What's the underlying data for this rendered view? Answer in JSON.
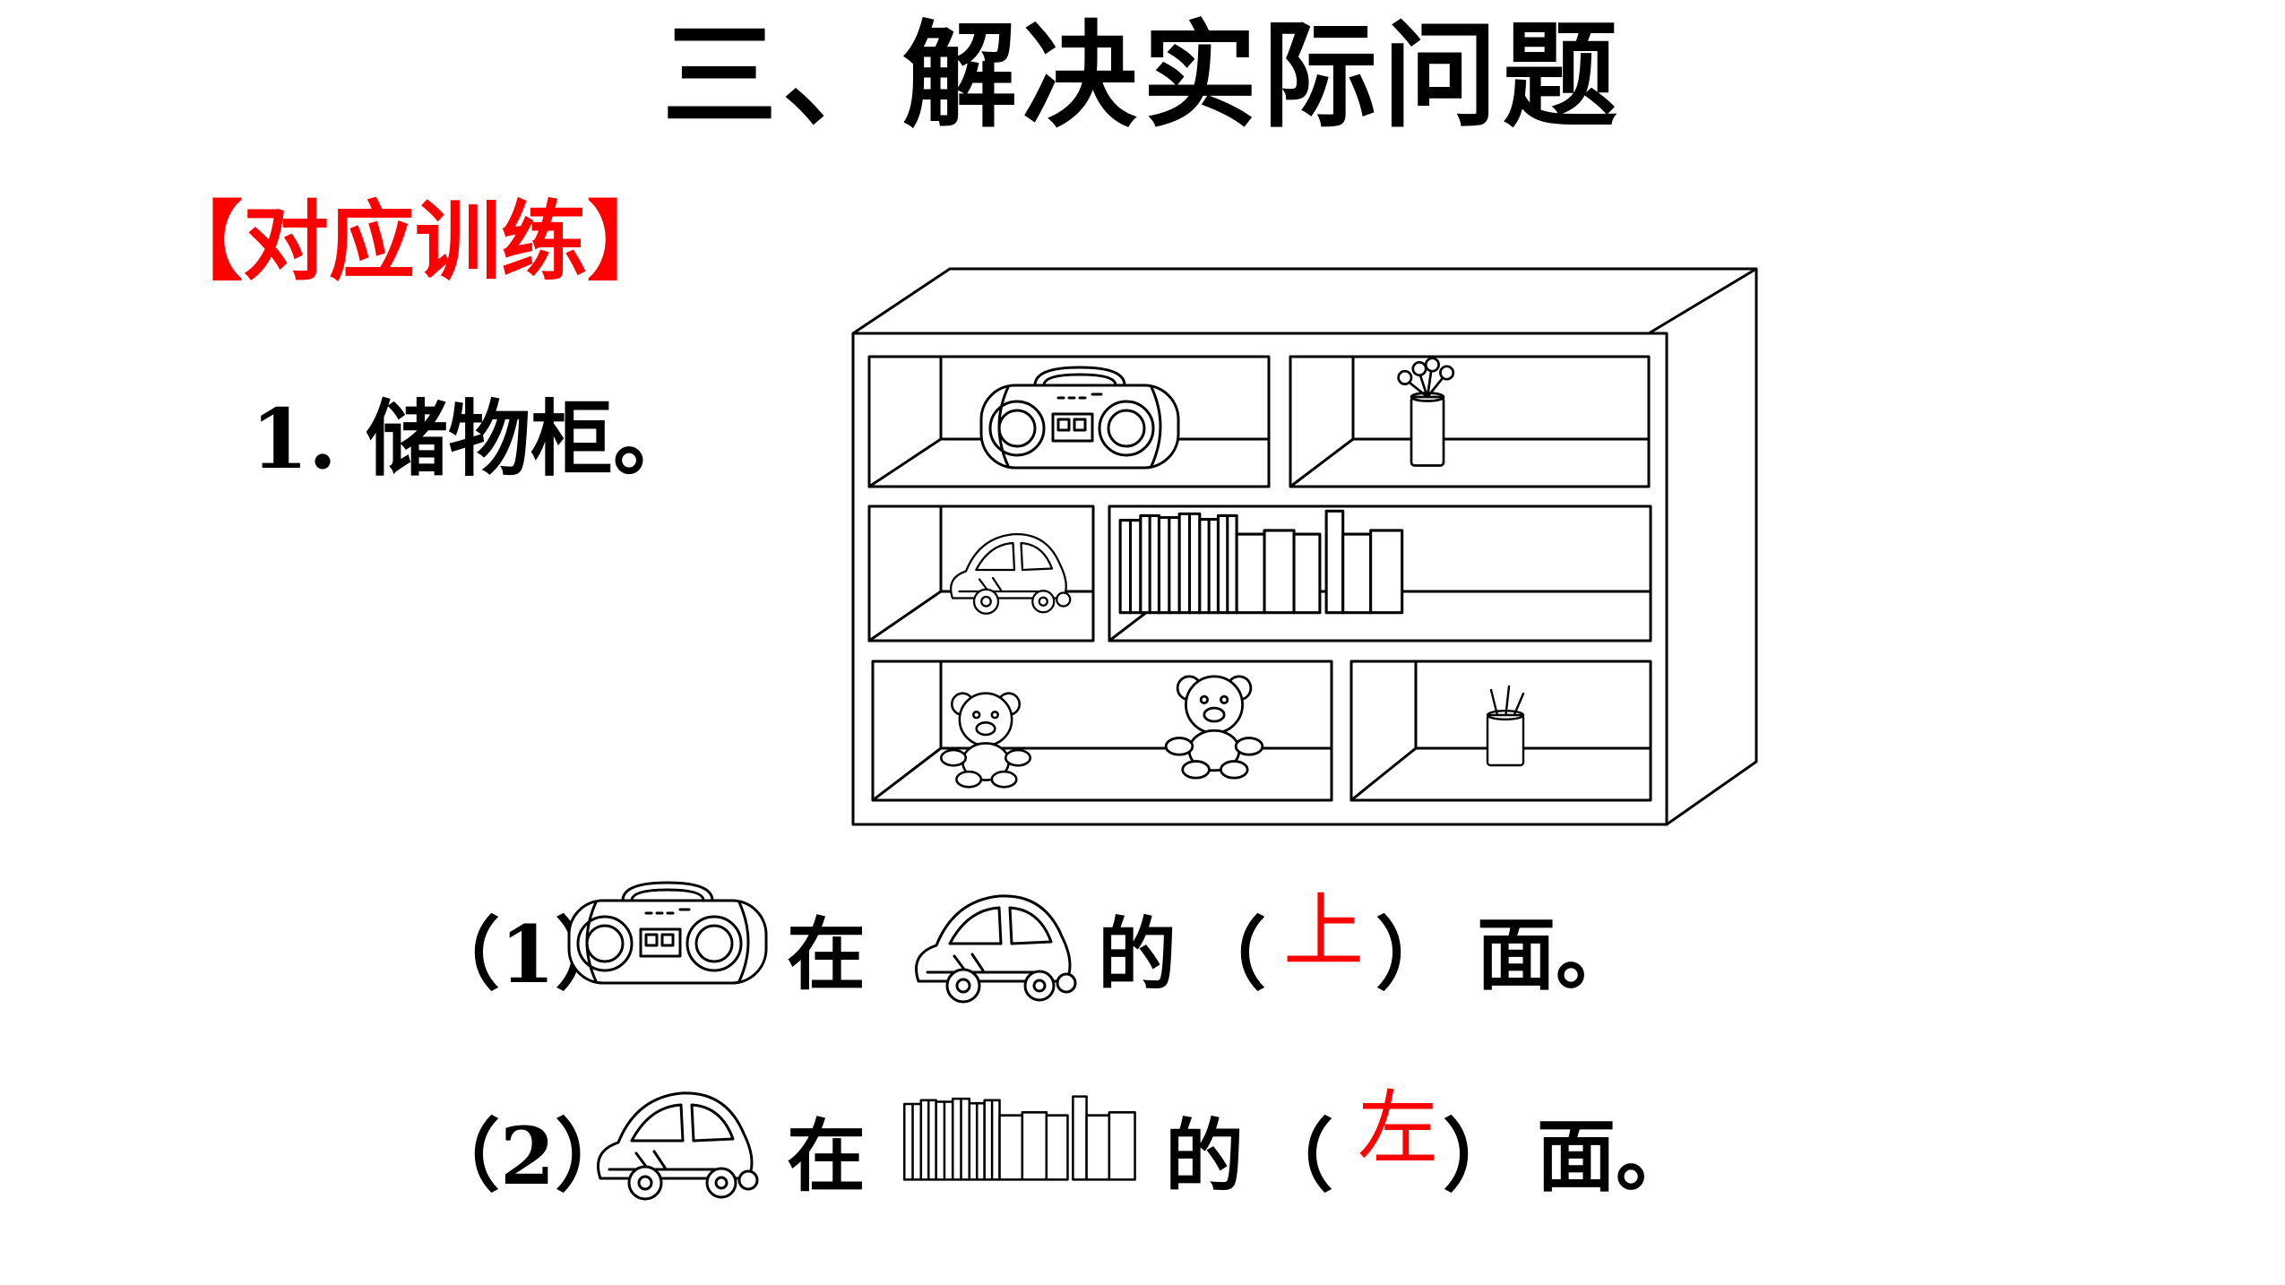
{
  "title": "三、解决实际问题",
  "section": {
    "label": "【对应训练】",
    "color": "#ff0000"
  },
  "question": {
    "number": "1.",
    "text": "储物柜。"
  },
  "sentences": [
    {
      "index": "（1）",
      "subject_icon": "radio-icon",
      "verb": "在",
      "object_icon": "car-icon",
      "possessive": "的",
      "open_paren": "（",
      "answer": "上",
      "close_paren": "）",
      "ending": "面。"
    },
    {
      "index": "（2）",
      "subject_icon": "car-icon",
      "verb": "在",
      "object_icon": "books-icon",
      "possessive": "的",
      "open_paren": "（",
      "answer": "左",
      "close_paren": "）",
      "ending": "面。"
    }
  ],
  "answer_color": "#ff0000",
  "cabinet_items": [
    "radio-icon",
    "flower-vase-icon",
    "car-icon",
    "books-icon",
    "teddy-bear-icon",
    "teddy-bear-icon",
    "pencil-cup-icon"
  ]
}
